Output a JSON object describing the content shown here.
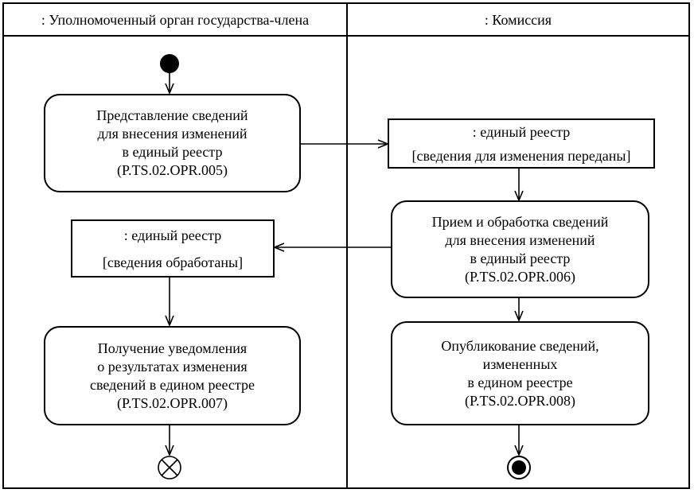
{
  "lanes": {
    "left": ": Уполномоченный орган государства-члена",
    "right": ": Комиссия"
  },
  "actions": {
    "submit": [
      "Представление сведений",
      "для внесения изменений",
      "в единый реестр",
      "(P.TS.02.OPR.005)"
    ],
    "process": [
      "Прием и обработка сведений",
      "для внесения изменений",
      "в единый реестр",
      "(P.TS.02.OPR.006)"
    ],
    "publish": [
      "Опубликование сведений,",
      "измененных",
      "в едином реестре",
      "(P.TS.02.OPR.008)"
    ],
    "receive": [
      "Получение уведомления",
      "о результатах изменения",
      "сведений в едином реестре",
      "(P.TS.02.OPR.007)"
    ]
  },
  "objects": {
    "transferred": {
      "name": ": единый реестр",
      "state": "[сведения для изменения переданы]"
    },
    "processed": {
      "name": ": единый реестр",
      "state": "[сведения обработаны]"
    }
  }
}
